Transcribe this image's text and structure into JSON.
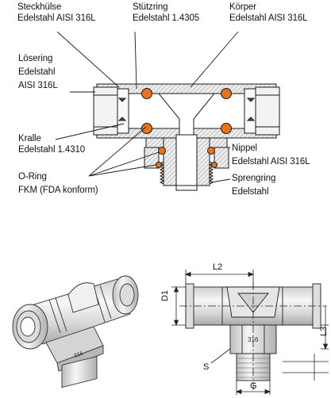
{
  "labels": {
    "steckhuelse": [
      "Steckhülse",
      "Edelstahl AISI 316L"
    ],
    "stuetzring": [
      "Stützring",
      "Edelstahl 1.4305"
    ],
    "koerper": [
      "Körper",
      "Edelstahl AISI 316L"
    ],
    "loesering": [
      "Lösering",
      "Edelstahl",
      "AISI 316L"
    ],
    "kralle": [
      "Kralle",
      "Edelstahl 1.4310"
    ],
    "oring": [
      "O-Ring",
      "FKM (FDA konform)"
    ],
    "nippel": [
      "Nippel",
      "Edelstahl AISI 316L"
    ],
    "sprengring": [
      "Sprengring",
      "Edelstahl"
    ]
  },
  "dimensions": {
    "l2": "L2",
    "d1": "D1",
    "l3": "L3",
    "s": "S",
    "g": "G"
  },
  "stamp": "316",
  "colors": {
    "oring": "#e8731c",
    "line": "#1a1a1a",
    "metal_light": "#e9e9e9",
    "metal_mid": "#c9c9c9",
    "hatch": "#9a9a9a"
  }
}
